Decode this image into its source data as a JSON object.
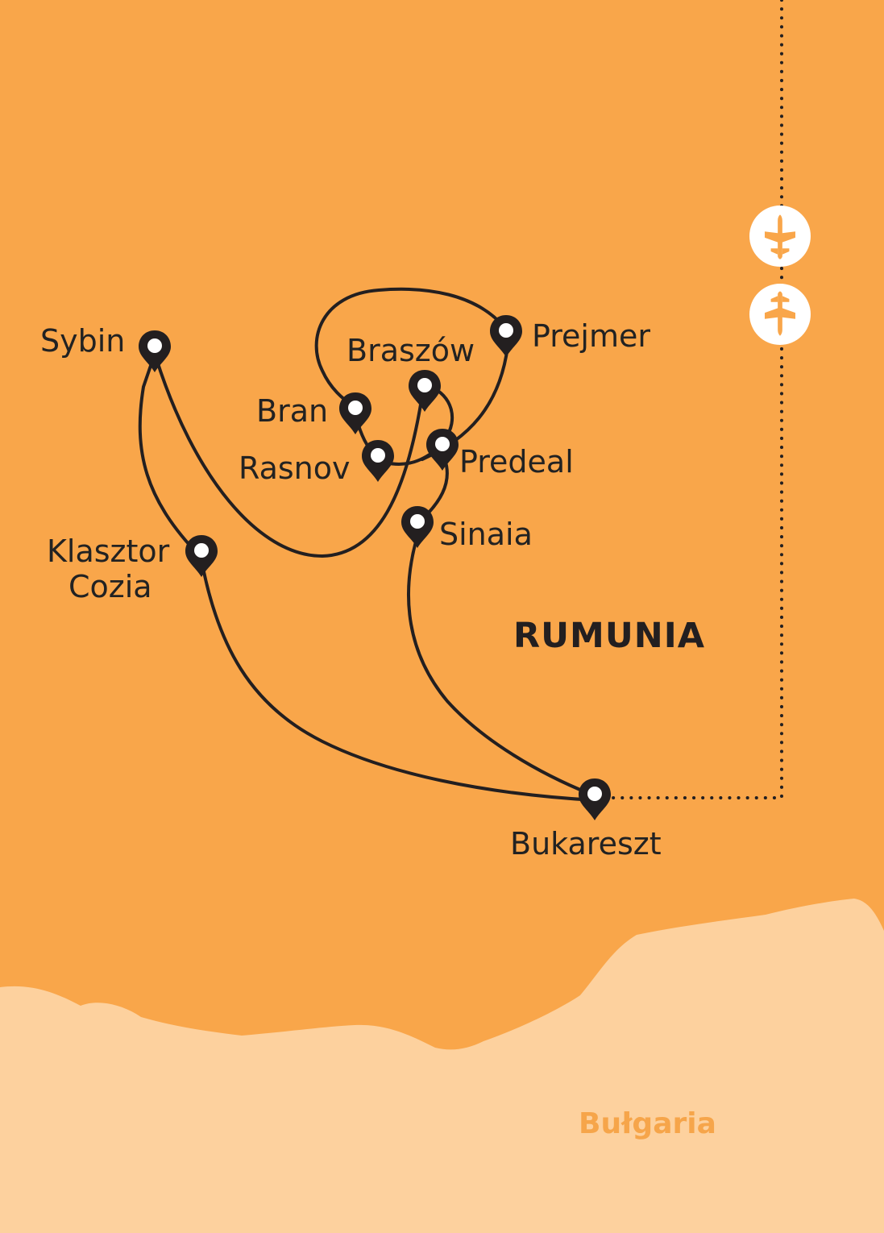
{
  "colors": {
    "land": "#f9a64a",
    "neighbor_land": "#fdd19e",
    "route": "#231f20",
    "marker": "#231f20",
    "marker_hole": "#ffffff",
    "plane_icon_bg": "#ffffff"
  },
  "map": {
    "country": "RUMUNIA",
    "neighbor": "Bułgaria",
    "cities": {
      "sybin": "Sybin",
      "klasztor_line1": "Klasztor",
      "klasztor_line2": "Cozia",
      "bran": "Bran",
      "rasnov": "Rasnov",
      "braszow": "Braszów",
      "prejmer": "Prejmer",
      "predeal": "Predeal",
      "sinaia": "Sinaia",
      "bukareszt": "Bukareszt"
    },
    "icons": {
      "departure": "airplane-departure-icon",
      "arrival": "airplane-arrival-icon",
      "marker": "map-pin-icon"
    }
  }
}
